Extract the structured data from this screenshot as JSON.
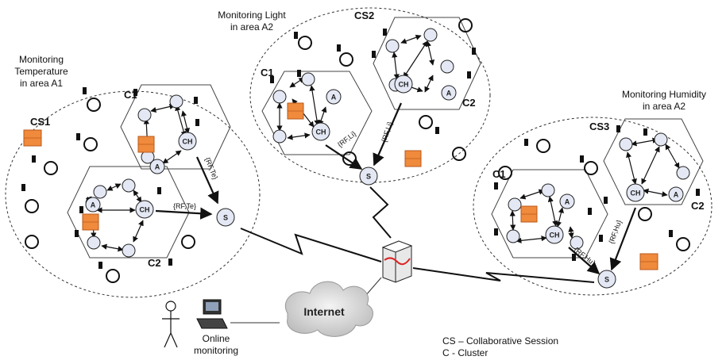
{
  "areas": {
    "cs1": {
      "title": "CS1",
      "caption": [
        "Monitoring",
        "Temperature",
        "in area A1"
      ]
    },
    "cs2": {
      "title": "CS2",
      "caption": [
        "Monitoring Light",
        "in area A2"
      ]
    },
    "cs3": {
      "title": "CS3",
      "caption": [
        "Monitoring Humidity",
        "in area A2"
      ]
    }
  },
  "clusters": {
    "c1": "C1",
    "c2": "C2"
  },
  "nodes": {
    "ch": "CH",
    "a": "A",
    "s": "S"
  },
  "flows": {
    "te": "{RF,Te}",
    "li": "{RF,Li}",
    "hu": "{RF,Hu}"
  },
  "internet": "Internet",
  "user": [
    "Online",
    "monitoring"
  ],
  "legend": [
    "CS – Collaborative Session",
    "C - Cluster"
  ],
  "colors": {
    "node_fill": "#e4e8f4",
    "firewall": "#f08a3c",
    "stroke": "#222222"
  }
}
